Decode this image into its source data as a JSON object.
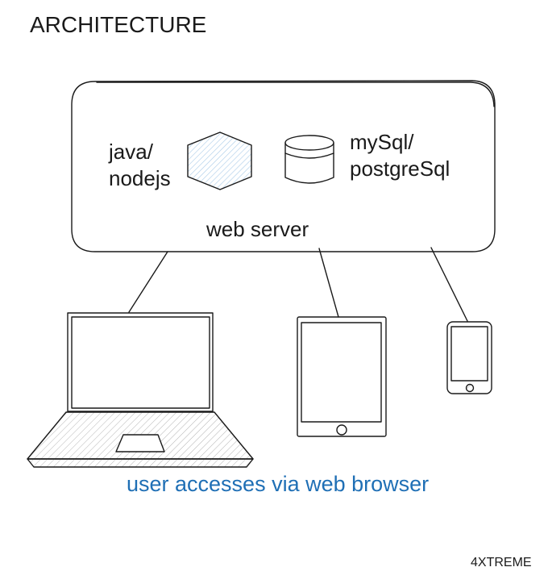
{
  "title": "ARCHITECTURE",
  "server": {
    "runtime_label": "java/\nnodejs",
    "database_label": "mySql/\npostgreSql",
    "name": "web server"
  },
  "caption": "user accesses via web browser",
  "brand": "4XTREME",
  "colors": {
    "caption": "#1f6fb5",
    "hexagon_fill": "#c9e0f2",
    "device_hatch": "#9a9a9a"
  },
  "icons": {
    "runtime": "hexagon-icon",
    "database": "database-icon",
    "devices": [
      "laptop-icon",
      "tablet-icon",
      "phone-icon"
    ]
  }
}
